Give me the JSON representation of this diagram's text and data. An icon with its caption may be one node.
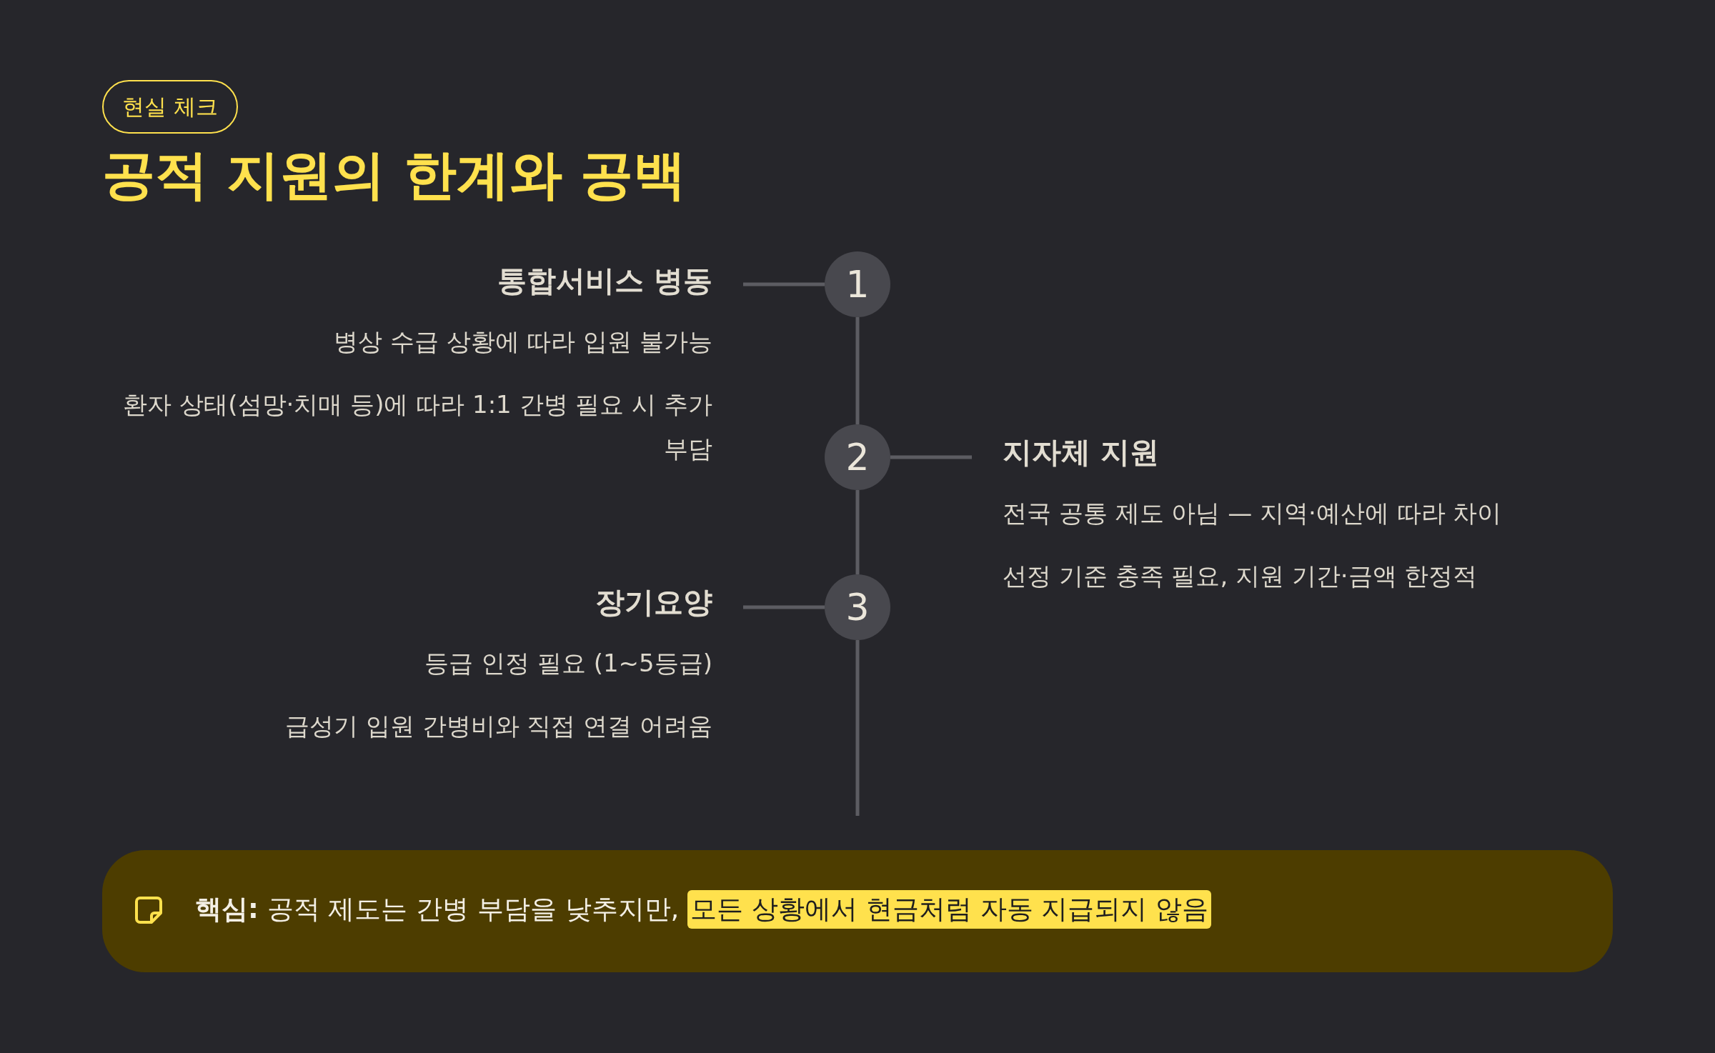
{
  "diagram": {
    "title": "공적 지원의 한계와 공백",
    "nodes": [
      {
        "text": [
          "1"
        ]
      },
      {
        "text": [
          "통합서비스 병동",
          "병상 수급 상황에 따라 입원 불가능",
          "환자 상태(섬망·치매 등)에 따라 1:1 간병 필요 시 추가 부담"
        ]
      },
      {
        "text": [
          "2"
        ]
      },
      {
        "text": [
          "지자체 지원",
          "전국 공통 제도 아님 — 지역·예산에 따라 차이",
          "선정 기준 충족 필요, 지원 기간·금액 한정적"
        ]
      },
      {
        "text": [
          "3"
        ]
      },
      {
        "text": [
          "장기요양",
          "등급 인정 필요 (1~5등급)",
          "급성기 입원 간병비와 직접 연결 어려움"
        ]
      }
    ],
    "edges": [
      {
        "from": 1,
        "to": 0,
        "arrow": "none"
      },
      {
        "from": 0,
        "to": 2,
        "arrow": "none"
      },
      {
        "from": 2,
        "to": 3,
        "arrow": "none"
      },
      {
        "from": 2,
        "to": 4,
        "arrow": "none"
      },
      {
        "from": 5,
        "to": 4,
        "arrow": "none"
      },
      {
        "from": 4,
        "to": null,
        "arrow": "none"
      }
    ],
    "labels": [
      "현실 체크",
      "**핵심:** 공적 제도는 간병 부담을 낮추지만,",
      "모든 상황에서 현금처럼 자동 지급되지 않음"
    ]
  }
}
